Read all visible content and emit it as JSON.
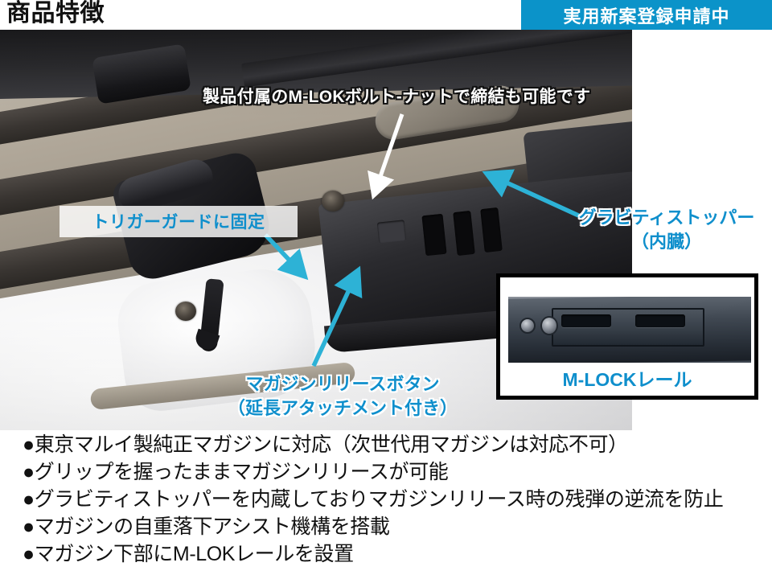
{
  "header": {
    "title": "商品特徴",
    "banner_text": "実用新案登録申請中",
    "banner_color": "#0b93c9"
  },
  "colors": {
    "accent_cyan": "#0f8fcc",
    "text_dark": "#111111",
    "white": "#ffffff"
  },
  "callouts": {
    "bolt_nut": "製品付属のM-LOKボルト-ナットで締結も可能です",
    "trigger_guard": "トリガーガードに固定",
    "gravity_stopper": "グラビティストッパー\n（内臓）",
    "mag_release": "マガジンリリースボタン\n（延長アタッチメント付き）"
  },
  "inset": {
    "label": "M-LOCKレール"
  },
  "features": [
    "●東京マルイ製純正マガジンに対応（次世代用マガジンは対応不可）",
    "●グリップを握ったままマガジンリリースが可能",
    "●グラビティストッパーを内蔵しておりマガジンリリース時の残弾の逆流を防止",
    "●マガジンの自重落下アシスト機構を搭載",
    "●マガジン下部にM-LOKレールを設置"
  ]
}
